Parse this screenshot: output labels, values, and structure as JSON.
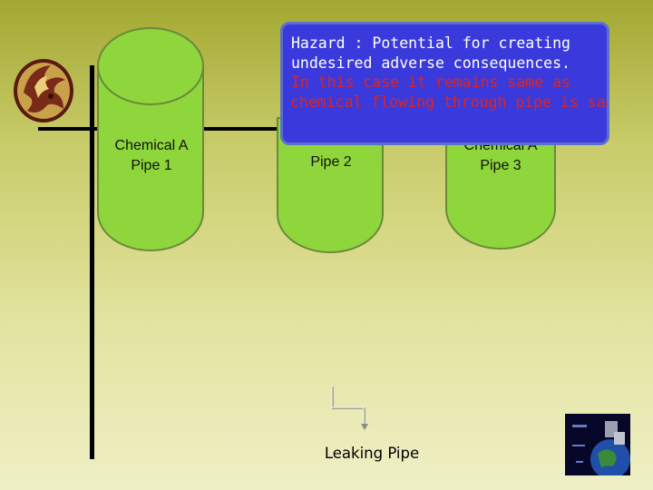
{
  "pipes": [
    {
      "chemical": "Chemical A",
      "name": "Pipe 1"
    },
    {
      "chemical": "",
      "name": "Pipe 2"
    },
    {
      "chemical": "Chemical A",
      "name": "Pipe 3"
    }
  ],
  "callout": {
    "line1": "Hazard : Potential for creating",
    "line2": "undesired adverse consequences.",
    "line3": "In this case it remains same as",
    "line4": "chemical flowing through pipe is same."
  },
  "leak_label": "Leaking Pipe",
  "colors": {
    "pipe_fill": "#8ed63c",
    "callout_bg": "#3a3adc",
    "callout_highlight": "#e2231a",
    "background_top": "#a3a832",
    "background_bottom": "#efefc6"
  },
  "icons": {
    "top_left_logo": "pegasus-logo",
    "bottom_right_logo": "globe-logo"
  }
}
